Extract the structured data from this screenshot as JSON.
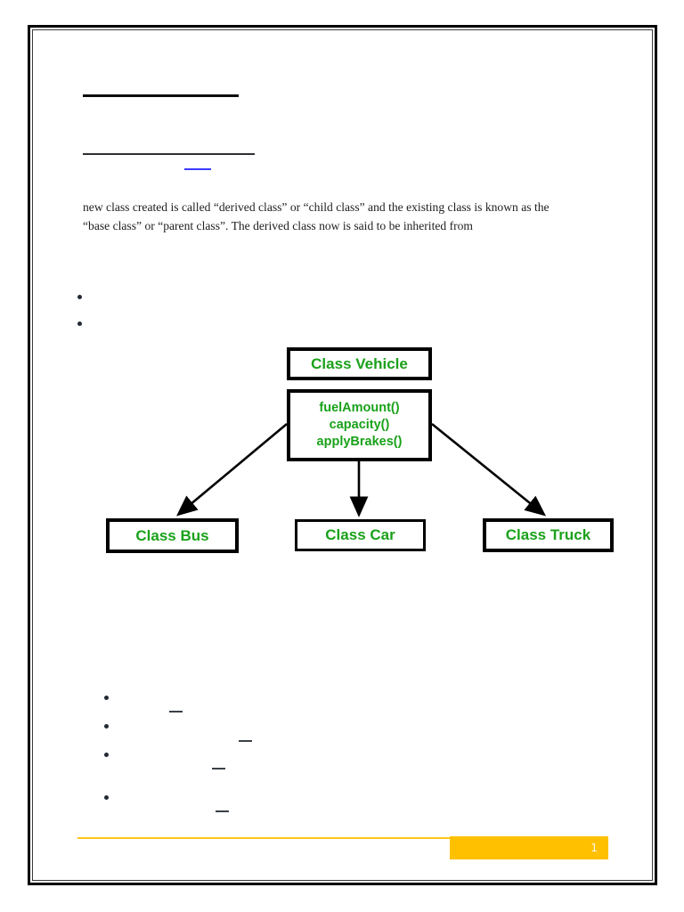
{
  "document": {
    "paragraph": {
      "line1": "new class created is called “derived class” or “child class” and the existing class is known as the",
      "line2": "“base class” or “parent class”. The derived class now is said to be inherited from"
    },
    "footer": {
      "page_number": "1"
    }
  },
  "diagram": {
    "parent_class": "Class Vehicle",
    "methods": [
      "fuelAmount()",
      "capacity()",
      "applyBrakes()"
    ],
    "children": [
      "Class Bus",
      "Class Car",
      "Class Truck"
    ]
  },
  "colors": {
    "diagram_green": "#1aa11a",
    "accent_gold": "#ffc000",
    "link_blue": "#3b3bff"
  }
}
